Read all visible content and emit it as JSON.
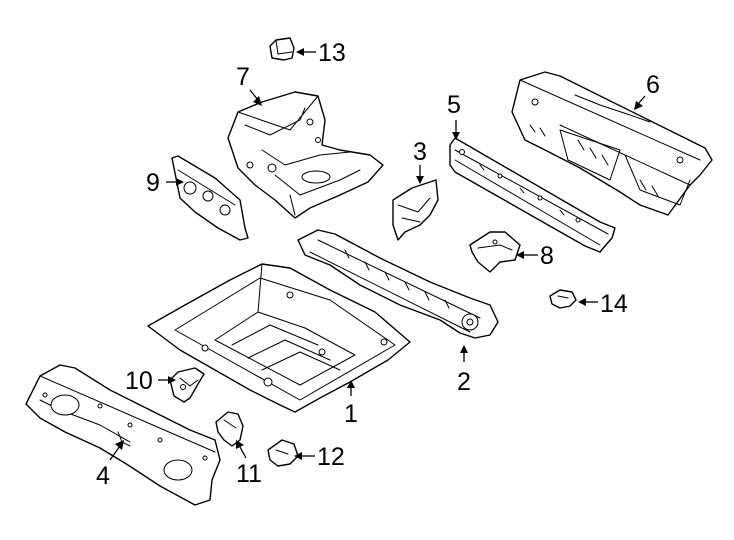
{
  "diagram": {
    "line_color": "#000000",
    "background": "#ffffff",
    "parts": [
      {
        "id": "p1",
        "number": "1"
      },
      {
        "id": "p2",
        "number": "2"
      },
      {
        "id": "p3",
        "number": "3"
      },
      {
        "id": "p4",
        "number": "4"
      },
      {
        "id": "p5",
        "number": "5"
      },
      {
        "id": "p6",
        "number": "6"
      },
      {
        "id": "p7",
        "number": "7"
      },
      {
        "id": "p8",
        "number": "8"
      },
      {
        "id": "p9",
        "number": "9"
      },
      {
        "id": "p10",
        "number": "10"
      },
      {
        "id": "p11",
        "number": "11"
      },
      {
        "id": "p12",
        "number": "12"
      },
      {
        "id": "p13",
        "number": "13"
      },
      {
        "id": "p14",
        "number": "14"
      }
    ]
  }
}
